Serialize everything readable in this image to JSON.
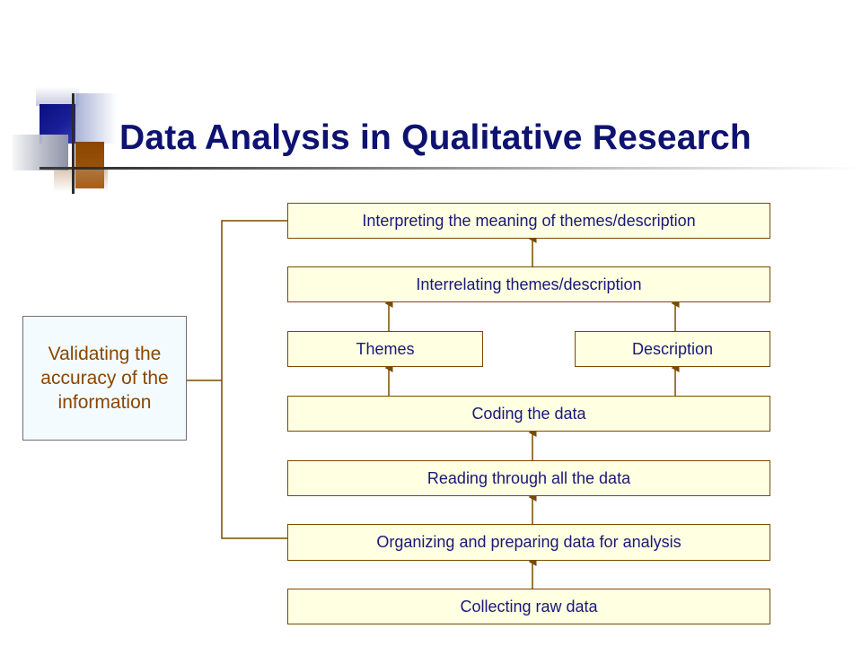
{
  "title": "Data Analysis in Qualitative Research",
  "colors": {
    "title": "#0e1270",
    "box_fill": "#ffffe1",
    "box_border": "#7a4a00",
    "box_text": "#18187a",
    "connector": "#7a4a00",
    "validate_text": "#8a4600",
    "validate_fill": "#f4fbff"
  },
  "steps": {
    "interpreting": "Interpreting the meaning of themes/description",
    "interrelating": "Interrelating themes/description",
    "themes": "Themes",
    "description": "Description",
    "coding": "Coding the data",
    "reading": "Reading through all the data",
    "organizing": "Organizing and preparing data for analysis",
    "collecting": "Collecting raw data"
  },
  "validating": "Validating the accuracy of the information"
}
